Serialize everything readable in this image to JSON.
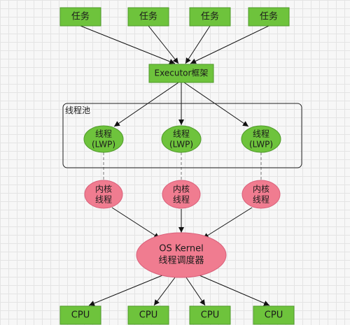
{
  "tasks": [
    "任务",
    "任务",
    "任务",
    "任务"
  ],
  "executor": "Executor框架",
  "pool": {
    "title": "线程池",
    "threads": [
      {
        "line1": "线程",
        "line2": "(LWP)"
      },
      {
        "line1": "线程",
        "line2": "(LWP)"
      },
      {
        "line1": "线程",
        "line2": "(LWP)"
      }
    ]
  },
  "kernel_threads": [
    {
      "line1": "内核",
      "line2": "线程"
    },
    {
      "line1": "内核",
      "line2": "线程"
    },
    {
      "line1": "内核",
      "line2": "线程"
    }
  ],
  "scheduler": {
    "line1": "OS Kernel",
    "line2": "线程调度器"
  },
  "cpus": [
    "CPU",
    "CPU",
    "CPU",
    "CPU"
  ],
  "colors": {
    "green": "#6ec33c",
    "green_border": "#4f9a2a",
    "pink": "#f07c90",
    "pink_border": "#d9607a"
  }
}
